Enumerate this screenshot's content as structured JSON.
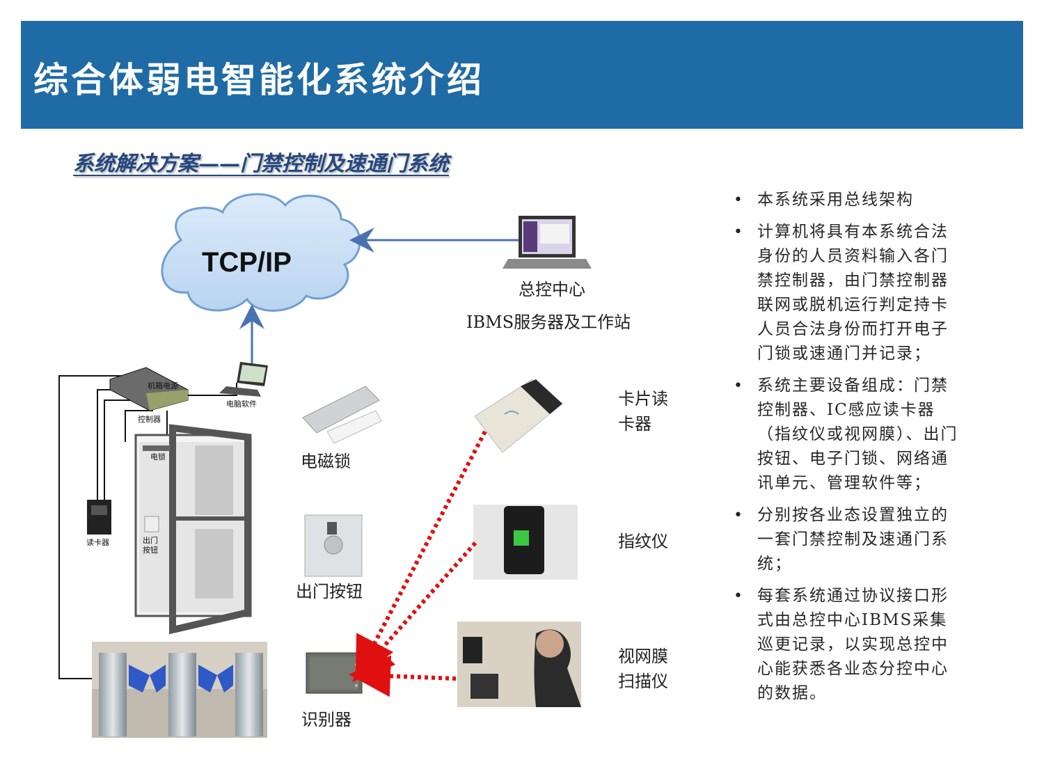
{
  "header": {
    "title": "综合体弱电智能化系统介绍",
    "bg_color": "#1f6ba5"
  },
  "subtitle": "系统解决方案——门禁控制及速通门系统",
  "diagram": {
    "network": "TCP/IP",
    "center_label_line1": "总控中心",
    "center_label_line2": "IBMS服务器及工作站",
    "sketch_labels": {
      "psu": "机箱电源",
      "pc_software": "电脑软件",
      "controller": "控制器",
      "lock": "电锁",
      "reader": "读卡器",
      "exit_button_line1": "出门",
      "exit_button_line2": "按钮"
    },
    "mag_lock": "电磁锁",
    "exit_button": "出门按钮",
    "recognizer": "识别器",
    "card_reader_line1": "卡片读",
    "card_reader_line2": "卡器",
    "fingerprint": "指纹仪",
    "retina_line1": "视网膜",
    "retina_line2": "扫描仪",
    "arrow_color": "#e01010",
    "line_color": "#4a72b0"
  },
  "bullets": [
    "本系统采用总线架构",
    "计算机将具有本系统合法身份的人员资料输入各门禁控制器，由门禁控制器联网或脱机运行判定持卡人员合法身份而打开电子门锁或速通门并记录；",
    "系统主要设备组成：门禁控制器、IC感应读卡器（指纹仪或视网膜）、出门按钮、电子门锁、网络通讯单元、管理软件等；",
    "分别按各业态设置独立的一套门禁控制及速通门系统；",
    "每套系统通过协议接口形式由总控中心IBMS采集巡更记录，以实现总控中心能获悉各业态分控中心的数据。"
  ]
}
